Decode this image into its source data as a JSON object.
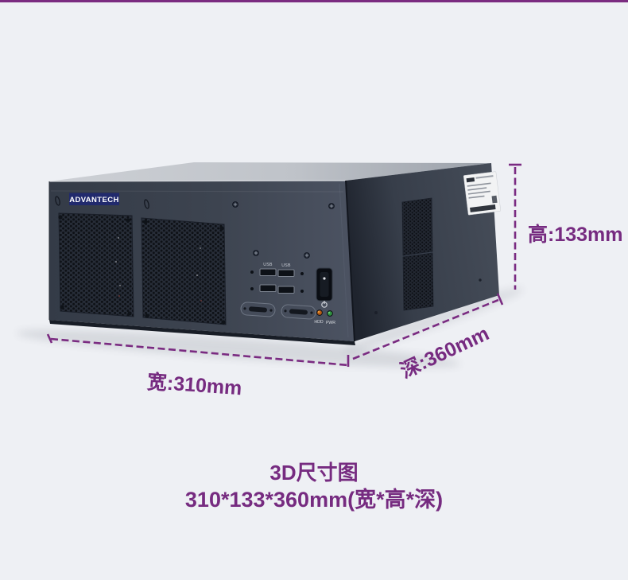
{
  "theme": {
    "background": "#eef0f4",
    "top_bar_color": "#7b2c80",
    "annotation_color": "#762b80",
    "chassis_front_color": "#3d4450",
    "chassis_top_color": "#bfc3c9",
    "chassis_side_color": "#353c48",
    "logo_bg_color": "#212a6d",
    "hdd_led_color": "#c06018",
    "pwr_led_color": "#3a9a48"
  },
  "product": {
    "brand": "ADVANTECH",
    "front_panel": {
      "usb_labels": [
        "USB",
        "USB"
      ],
      "hdd_led_label": "HDD",
      "pwr_led_label": "PWR"
    }
  },
  "annotations": {
    "height_label": "高:133mm",
    "depth_label": "深:360mm",
    "width_label": "宽:310mm"
  },
  "caption": {
    "line1": "3D尺寸图",
    "line2": "310*133*360mm(宽*高*深)"
  }
}
